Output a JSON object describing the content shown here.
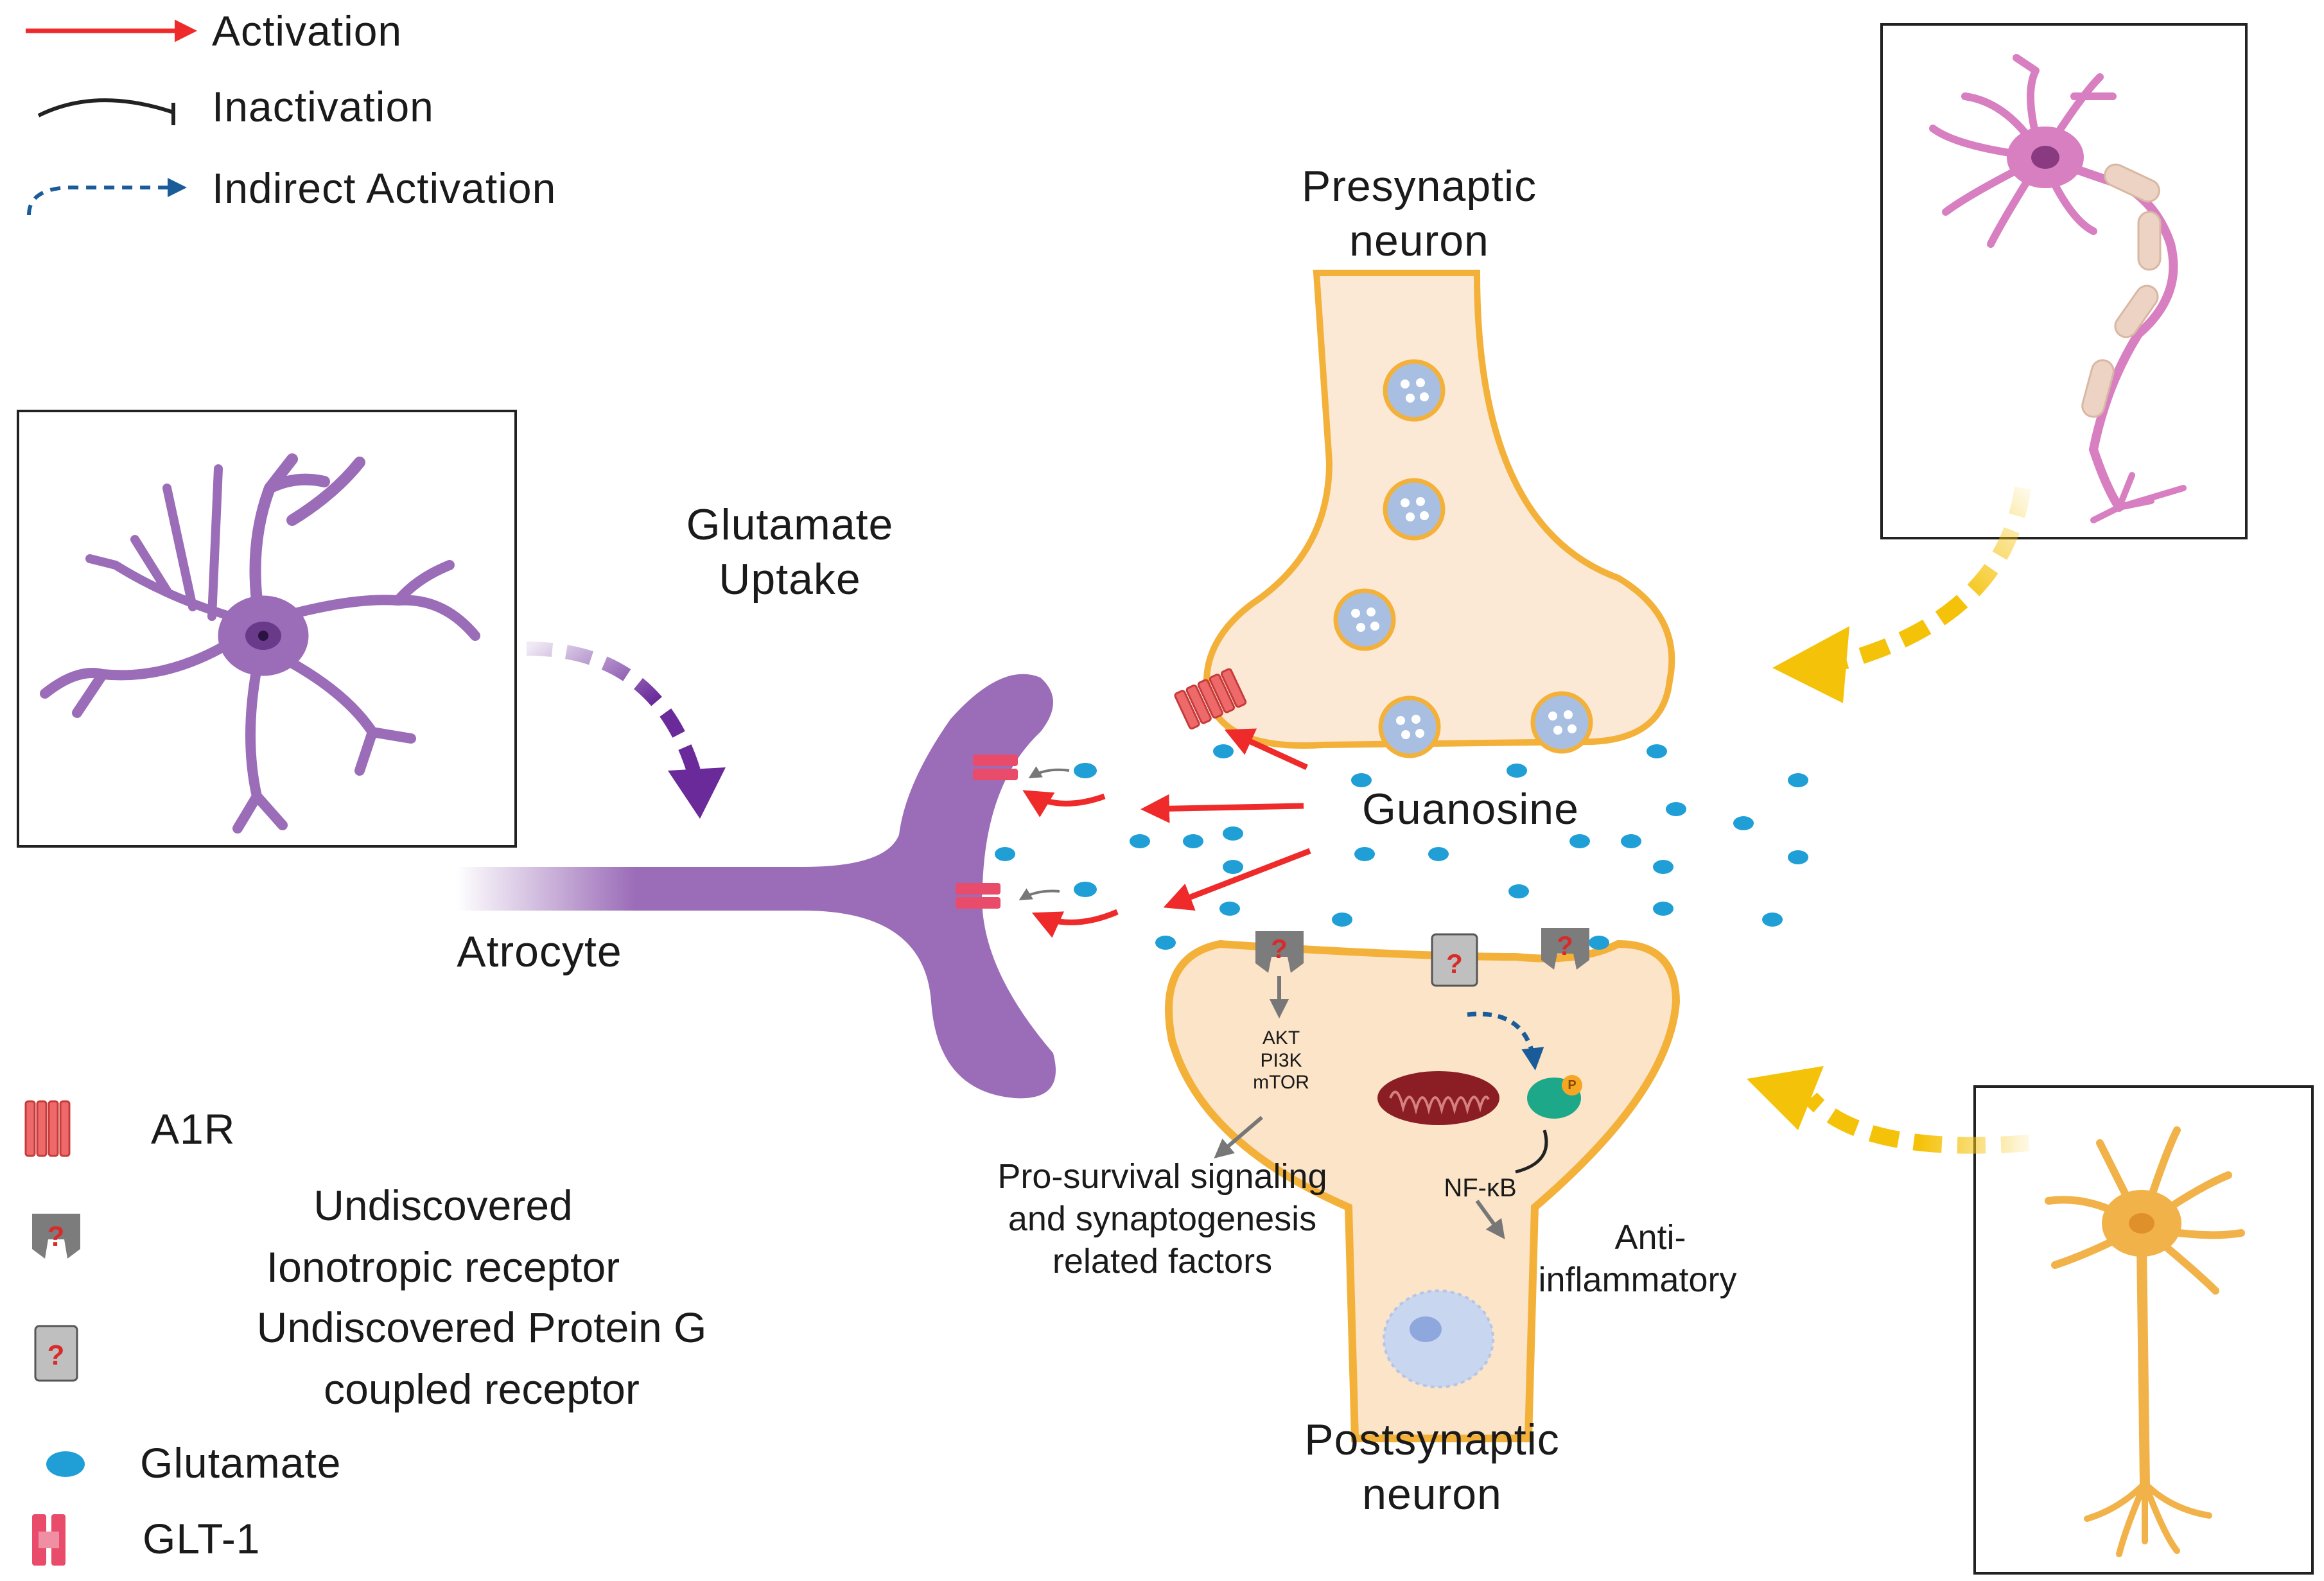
{
  "legend": {
    "arrows": [
      {
        "label": "Activation",
        "icon": "red-arrow-icon",
        "color": "#ee2a2a"
      },
      {
        "label": "Inactivation",
        "icon": "inhibition-curve-icon",
        "color": "#222222"
      },
      {
        "label": "Indirect Activation",
        "icon": "dashed-blue-arrow-icon",
        "color": "#1a5c9a"
      }
    ],
    "items": [
      {
        "line1": "A1R",
        "icon": "a1r-receptor-icon"
      },
      {
        "line1": "Undiscovered",
        "line2": "Ionotropic receptor",
        "icon": "ionotropic-receptor-icon"
      },
      {
        "line1": "Undiscovered Protein G",
        "line2": "coupled receptor",
        "icon": "gpcr-receptor-icon"
      },
      {
        "line1": "Glutamate",
        "icon": "glutamate-dot-icon"
      },
      {
        "line1": "GLT-1",
        "icon": "glt1-transporter-icon"
      }
    ]
  },
  "labels": {
    "presynaptic_1": "Presynaptic",
    "presynaptic_2": "neuron",
    "postsynaptic_1": "Postsynaptic",
    "postsynaptic_2": "neuron",
    "glutamate_uptake_1": "Glutamate",
    "glutamate_uptake_2": "Uptake",
    "astrocyte": "Atrocyte",
    "guanosine": "Guanosine",
    "akt": "AKT",
    "pi3k": "PI3K",
    "mtor": "mTOR",
    "prosurvival_1": "Pro-survival signaling",
    "prosurvival_2": "and synaptogenesis",
    "prosurvival_3": "related factors",
    "nfkb": "NF-κB",
    "anti_1": "Anti-",
    "anti_2": "inflammatory",
    "phospho": "P"
  },
  "colors": {
    "activation": "#ee2a2a",
    "indirect": "#1a5c9a",
    "astrocyte": "#9b6cb8",
    "neuron_fill": "#fbe9d6",
    "neuron_border": "#f3b13a",
    "glutamate": "#1f9fd6",
    "vesicle": "#a9bfe2",
    "pink_neuron": "#d77fc0",
    "orange_neuron": "#f2b24a",
    "yellow_arrow": "#f5c20a",
    "purple_arrow": "#6a2a9a"
  }
}
